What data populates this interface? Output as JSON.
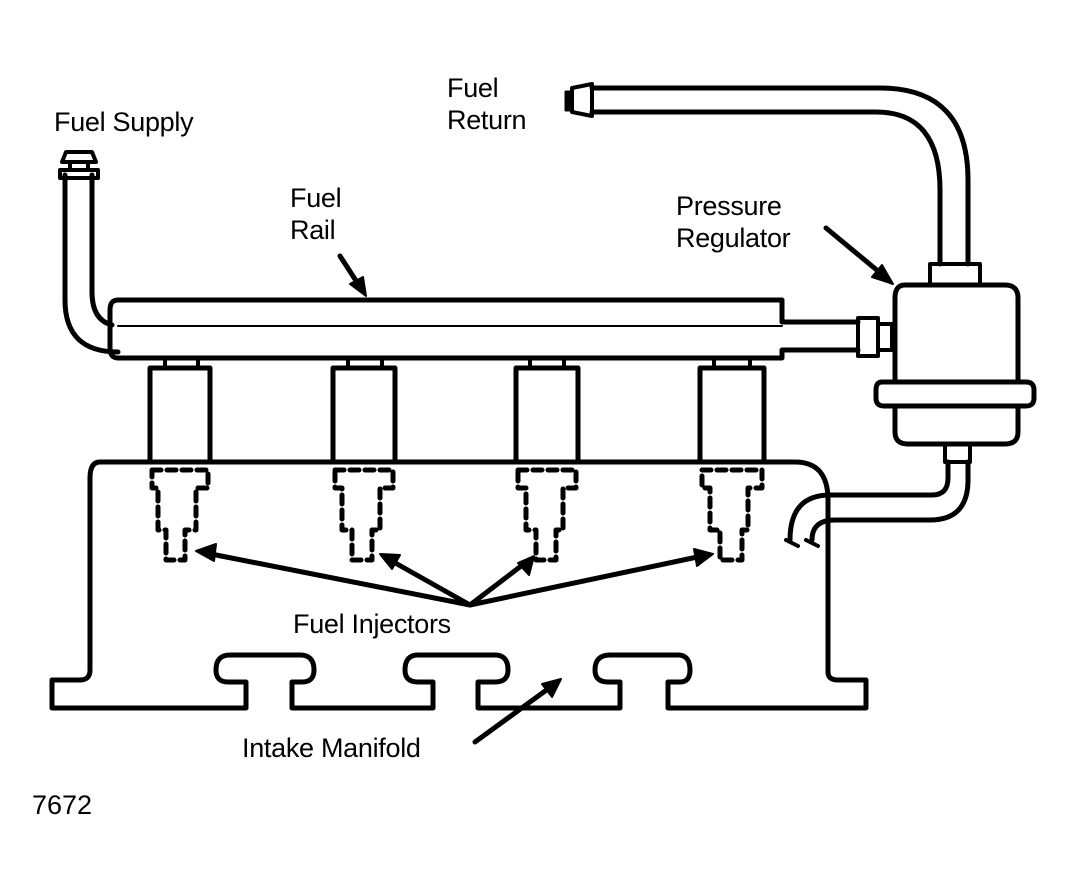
{
  "labels": {
    "fuel_supply": "Fuel Supply",
    "fuel_return": {
      "line1": "Fuel",
      "line2": "Return"
    },
    "fuel_rail": {
      "line1": "Fuel",
      "line2": "Rail"
    },
    "pressure_regulator": {
      "line1": "Pressure",
      "line2": "Regulator"
    },
    "fuel_injectors": "Fuel Injectors",
    "intake_manifold": "Intake Manifold"
  },
  "figure_number": "7672",
  "colors": {
    "ink": "#000000",
    "paper": "#ffffff"
  }
}
